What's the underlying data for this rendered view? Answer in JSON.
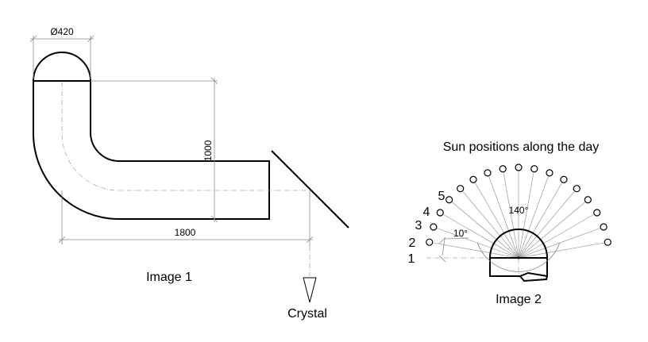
{
  "image1": {
    "caption": "Image 1",
    "dim_diameter": "Ø420",
    "dim_height": "1000",
    "dim_length": "1800",
    "crystal_label": "Crystal"
  },
  "image2": {
    "title": "Sun positions along the day",
    "caption": "Image 2",
    "angle_total": "140°",
    "angle_step": "10°",
    "position_labels": [
      "1",
      "2",
      "3",
      "4",
      "5"
    ],
    "sun_angles_deg": [
      10,
      20,
      30,
      40,
      50,
      60,
      70,
      80,
      90,
      100,
      110,
      120,
      130,
      140,
      150,
      160,
      170
    ]
  }
}
